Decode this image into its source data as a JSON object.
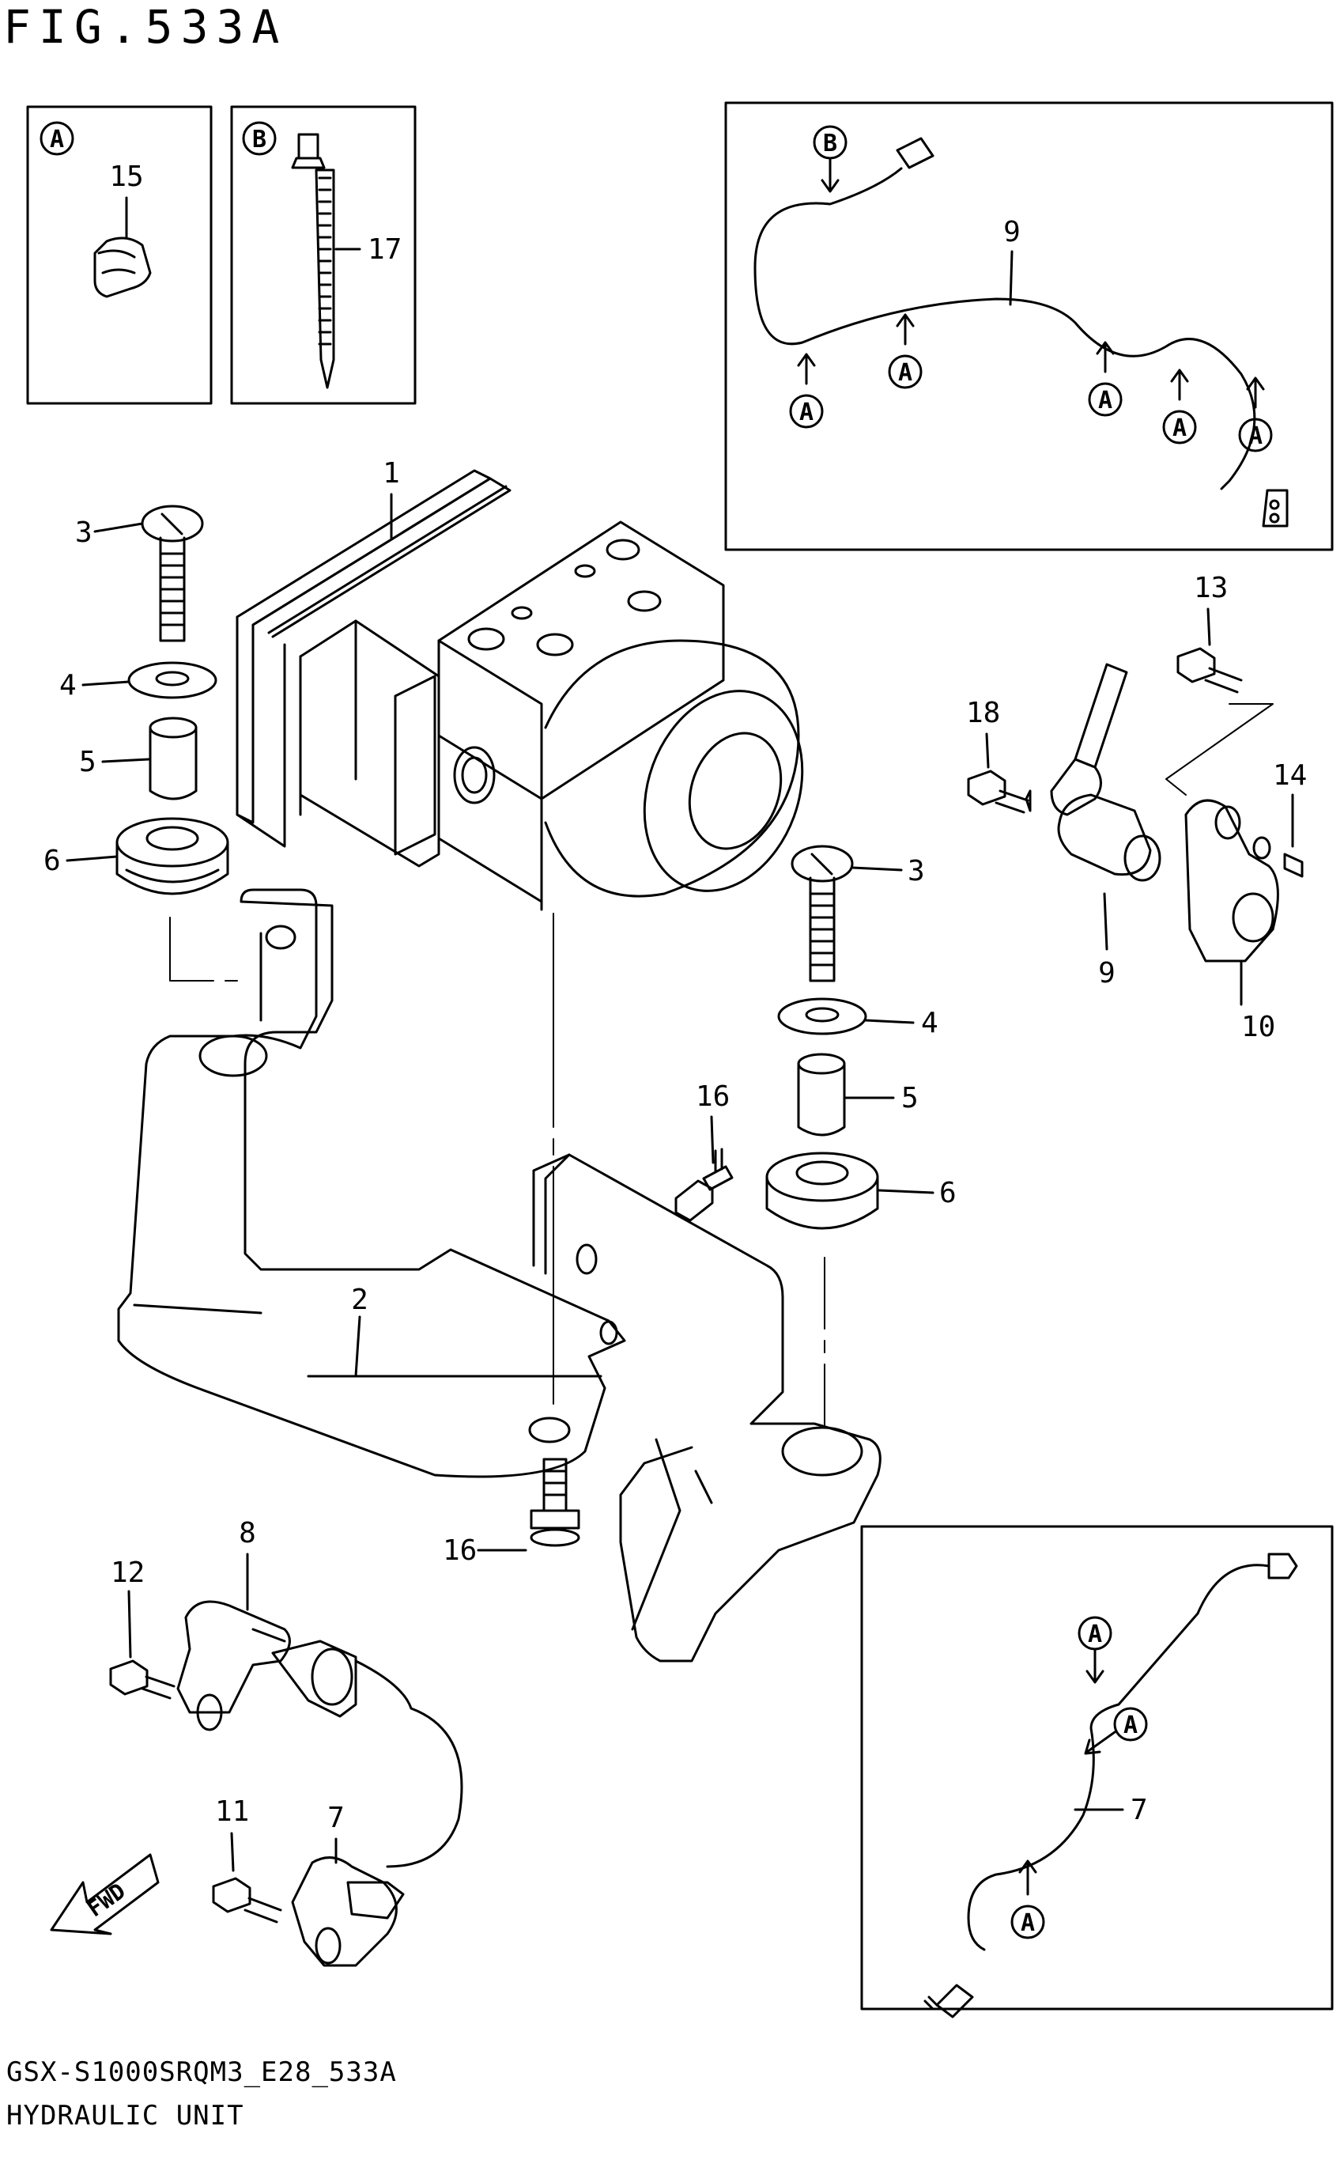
{
  "figure": {
    "title": "FIG.533A",
    "code": "GSX-S1000SRQM3_E28_533A",
    "name": "HYDRAULIC UNIT",
    "fwd_label": "FWD"
  },
  "legend": [
    {
      "ref": "A",
      "part": "15"
    },
    {
      "ref": "B",
      "part": "17"
    }
  ],
  "parts": [
    "1",
    "2",
    "3",
    "4",
    "5",
    "6",
    "7",
    "8",
    "9",
    "10",
    "11",
    "12",
    "13",
    "14",
    "16",
    "18",
    "3",
    "4",
    "5",
    "6",
    "16",
    "9",
    "7"
  ],
  "inset_harness_9": {
    "part": "9",
    "callouts": [
      "B",
      "A",
      "A",
      "A",
      "A",
      "A"
    ]
  },
  "inset_harness_7": {
    "part": "7",
    "callouts": [
      "A",
      "A",
      "A"
    ]
  }
}
